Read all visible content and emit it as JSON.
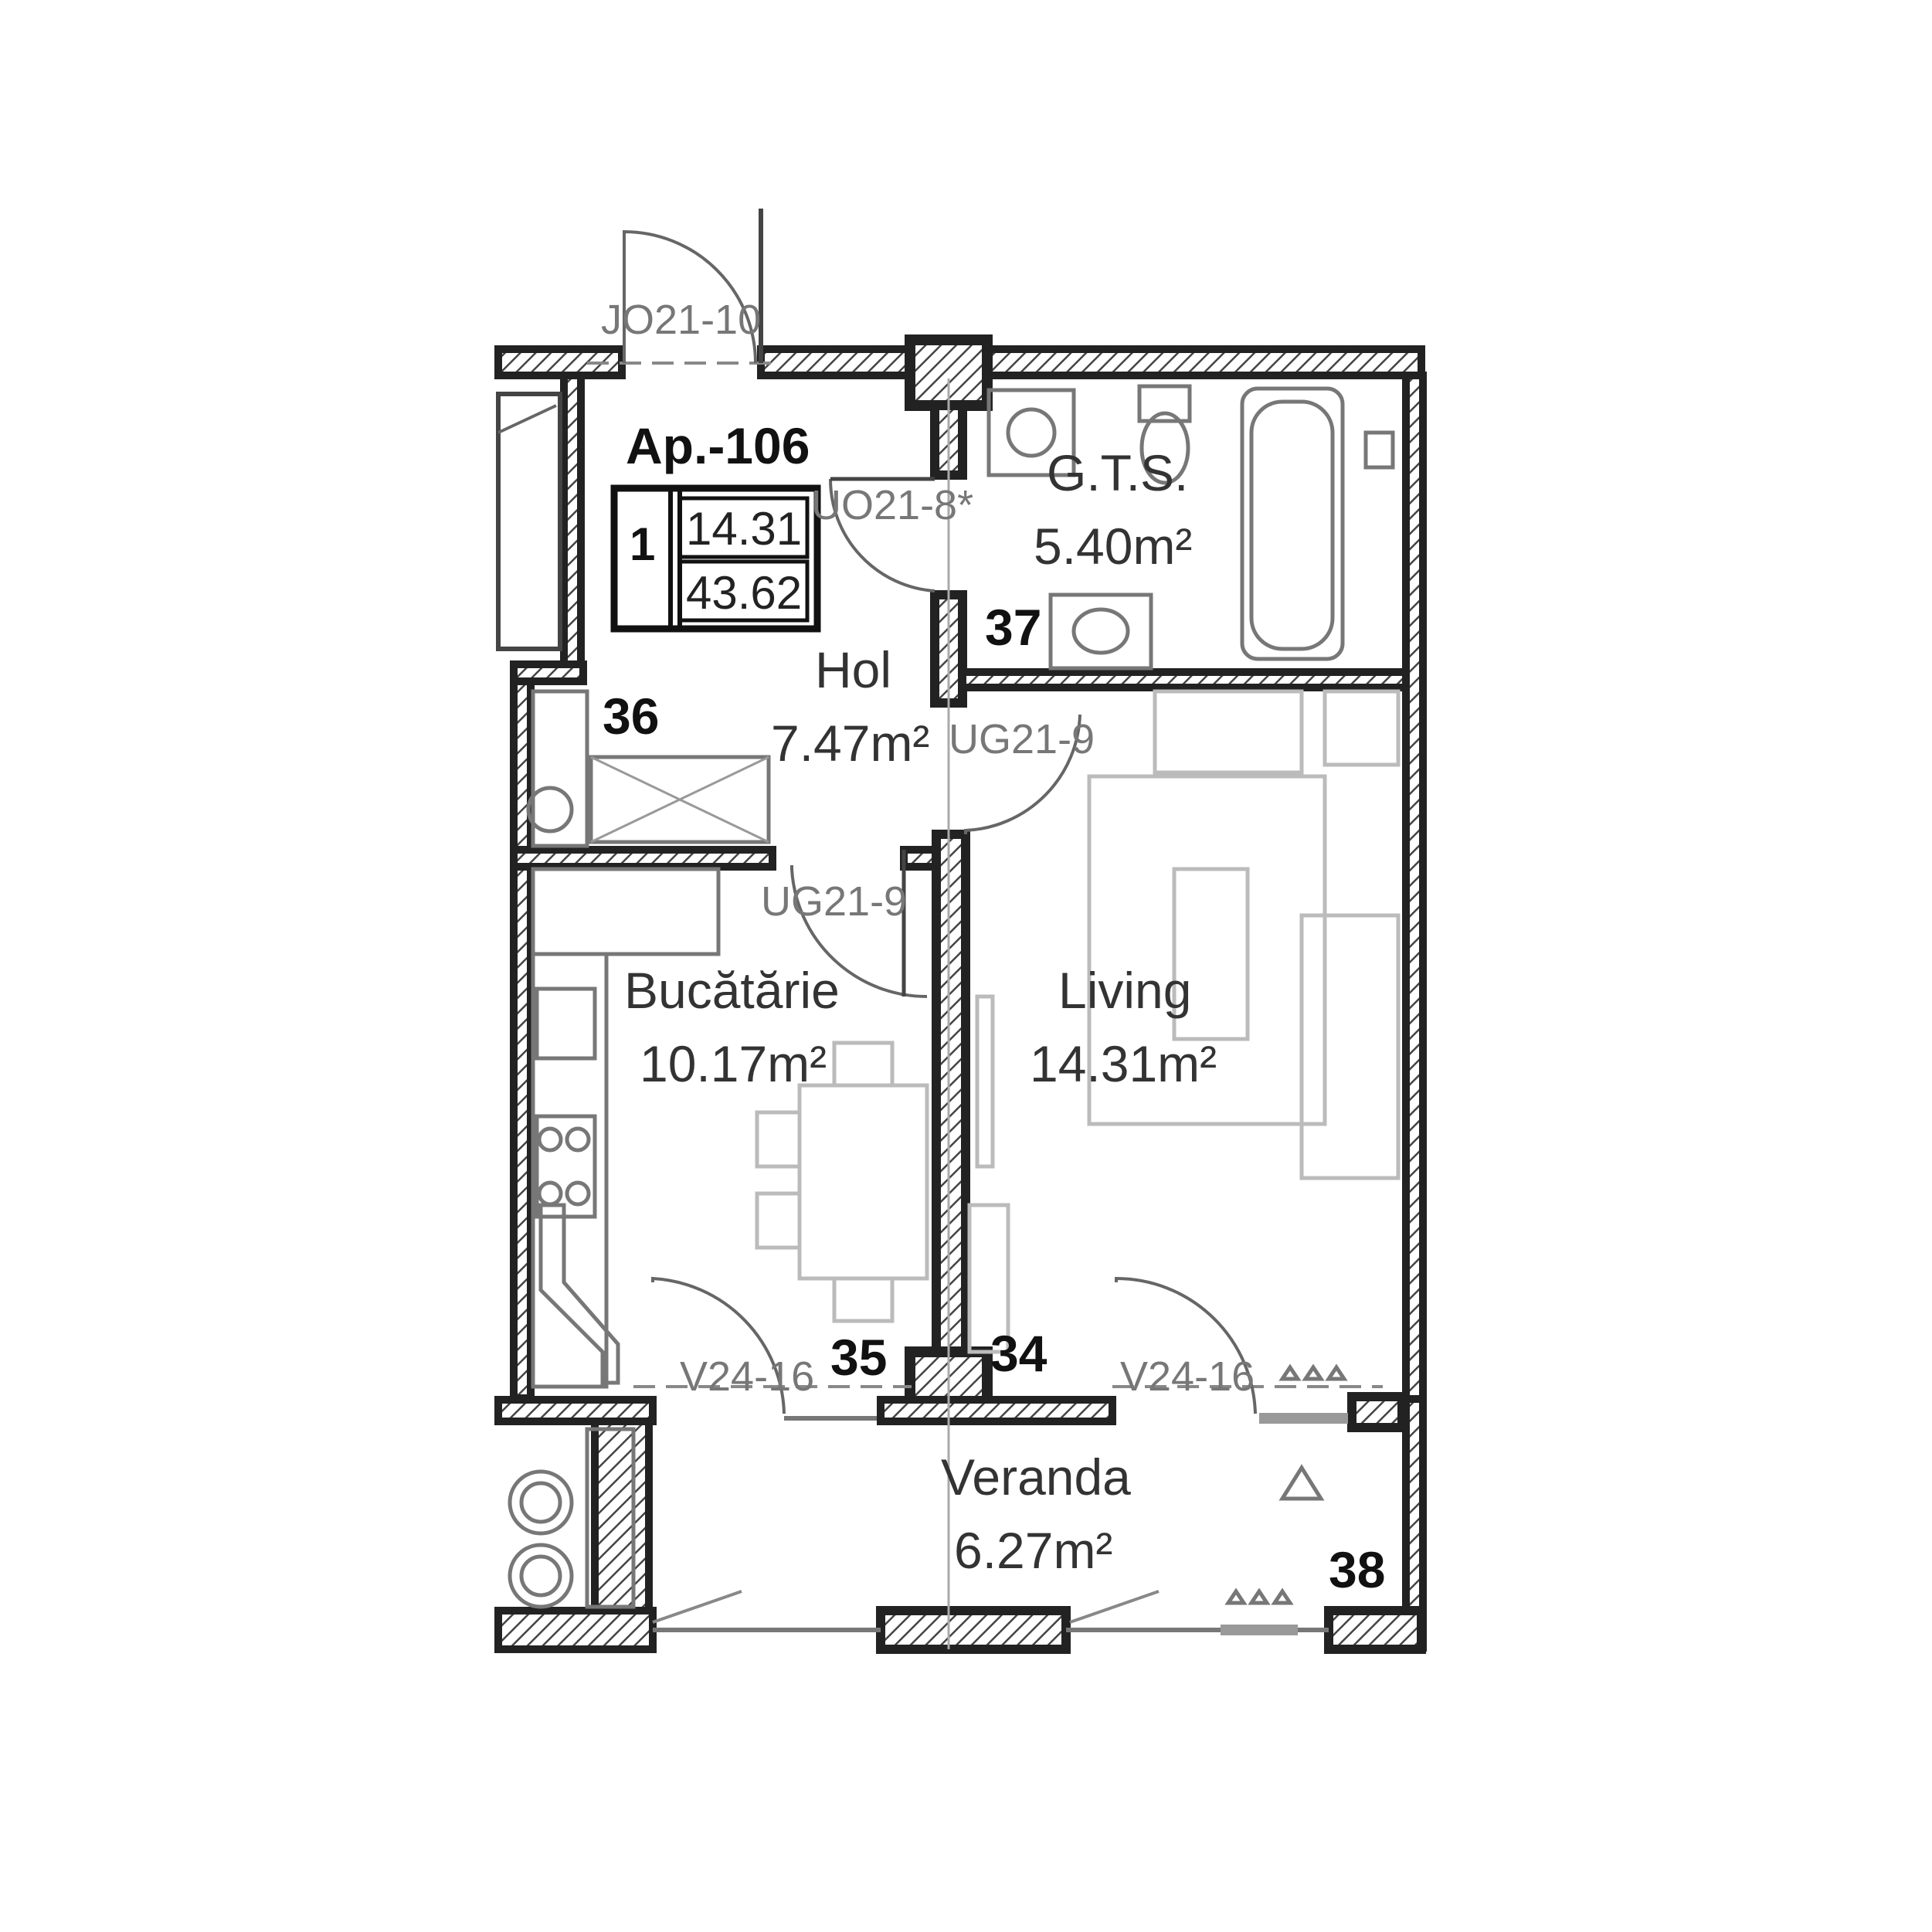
{
  "apartment": {
    "title": "Ap.-106",
    "rooms_count": "1",
    "living_area": "14.31",
    "total_area": "43.62"
  },
  "rooms": [
    {
      "name": "G.T.S.",
      "area": "5.40m²"
    },
    {
      "name": "Hol",
      "area": "7.47m²"
    },
    {
      "name": "Bucătărie",
      "area": "10.17m²"
    },
    {
      "name": "Living",
      "area": "14.31m²"
    },
    {
      "name": "Veranda",
      "area": "6.27m²"
    }
  ],
  "door_codes": {
    "entrance": "JO21-10",
    "bathroom": "UO21-8*",
    "living": "UG21-9",
    "kitchen": "UG21-9",
    "veranda_left": "V24-16",
    "veranda_right": "V24-16"
  },
  "axis_numbers": {
    "a34": "34",
    "a35": "35",
    "a36": "36",
    "a37": "37",
    "a38": "38"
  },
  "colors": {
    "wall_outline": "#222222",
    "text": "#333333",
    "furniture": "#bbbbbb"
  }
}
